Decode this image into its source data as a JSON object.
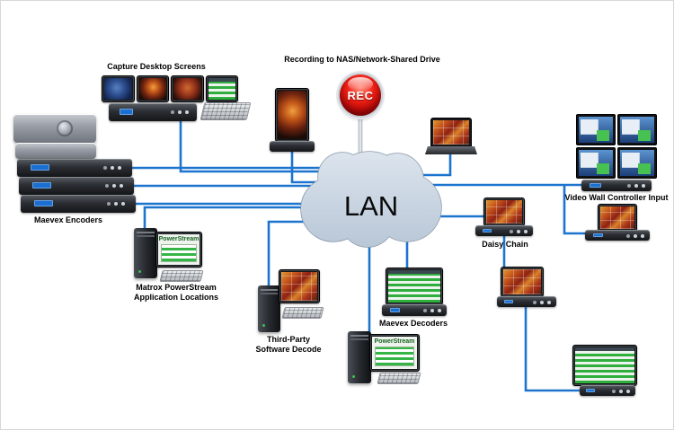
{
  "diagram": {
    "cloud": {
      "label": "LAN"
    },
    "rec": {
      "caption": "Recording to NAS/Network-Shared Drive",
      "label": "REC"
    },
    "groups": {
      "capture": {
        "label": "Capture Desktop Screens"
      },
      "encoders": {
        "label": "Maevex Encoders"
      },
      "powerstream_app": {
        "line1": "Matrox PowerStream",
        "line2": "Application Locations"
      },
      "third_party": {
        "line1": "Third-Party",
        "line2": "Software Decode"
      },
      "decoders": {
        "label": "Maevex Decoders"
      },
      "daisy_chain": {
        "label": "Daisy Chain"
      },
      "video_wall": {
        "label": "Video Wall Controller Input"
      }
    },
    "screens": {
      "powerstream_app_screen": "PowerStream",
      "powerstream_pc_screen": "PowerStream"
    },
    "colors": {
      "wire_blue": "#1d74cf",
      "cloud_fill": "#c9d5e2",
      "rec_red": "#d61414",
      "background": "#ffffff"
    }
  }
}
